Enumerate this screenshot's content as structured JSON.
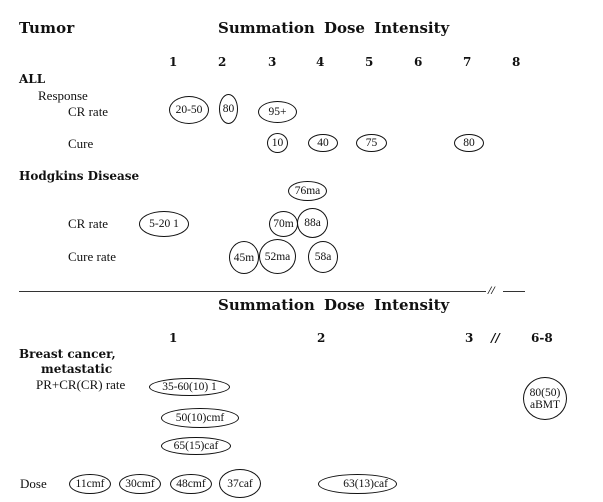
{
  "header": {
    "tumor_label": "Tumor",
    "axis_title": "Summation Dose Intensity"
  },
  "top_axis": {
    "ticks": [
      "1",
      "2",
      "3",
      "4",
      "5",
      "6",
      "7",
      "8"
    ]
  },
  "all": {
    "title": "ALL",
    "response_label": "Response",
    "cr_rate_label": "CR rate",
    "cure_label": "Cure",
    "cr_rate_values": [
      "20-50",
      "80",
      "95+"
    ],
    "cure_values": [
      "10",
      "40",
      "75",
      "80"
    ]
  },
  "hodgkins": {
    "title": "Hodgkins Disease",
    "cr_rate_label": "CR rate",
    "cure_rate_label": "Cure rate",
    "top_value": "76ma",
    "cr_rate_values": [
      "5-20 1",
      "70m",
      "88a"
    ],
    "cure_rate_values": [
      "45m",
      "52ma",
      "58a"
    ]
  },
  "divider": {
    "break_mark": "//"
  },
  "bottom_axis": {
    "title": "Summation Dose Intensity",
    "ticks": [
      "1",
      "2",
      "3",
      "//",
      "6-8"
    ]
  },
  "breast": {
    "title_line1": "Breast cancer,",
    "title_line2": "metastatic",
    "rate_label": "PR+CR(CR) rate",
    "rate_values": [
      "35-60(10) 1",
      "50(10)cmf",
      "65(15)caf"
    ],
    "abmt_value_line1": "80(50)",
    "abmt_value_line2": "aBMT",
    "dose_label": "Dose",
    "dose_values": [
      "11cmf",
      "30cmf",
      "48cmf",
      "37caf",
      "63(13)caf"
    ]
  }
}
